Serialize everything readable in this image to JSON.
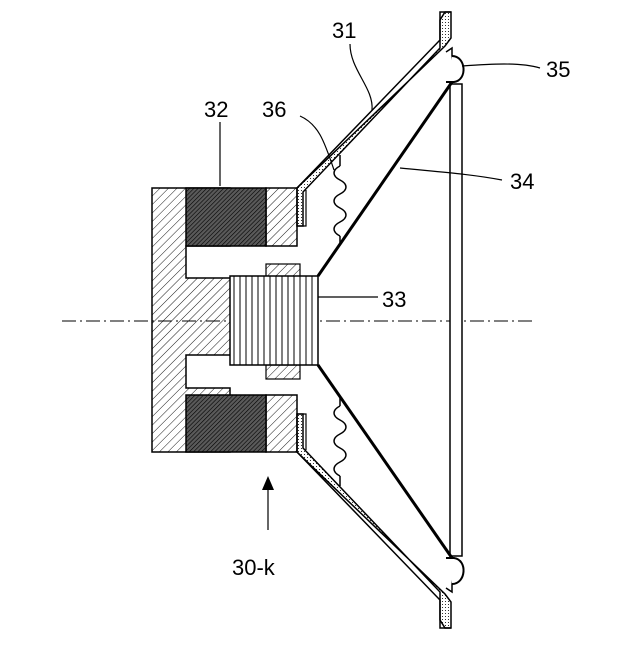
{
  "labels": {
    "frame": "31",
    "magnetic_circuit": "32",
    "voice_coil": "33",
    "diaphragm": "34",
    "edge": "35",
    "damper": "36",
    "speaker": "30-k"
  }
}
